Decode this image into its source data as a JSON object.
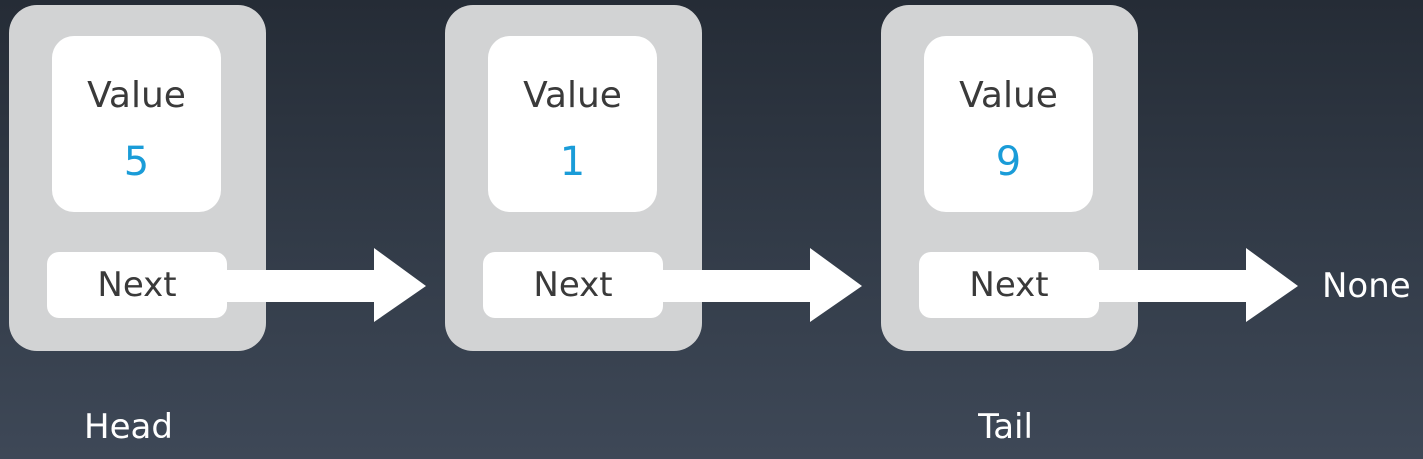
{
  "nodes": [
    {
      "value_label": "Value",
      "value": "5",
      "next_label": "Next"
    },
    {
      "value_label": "Value",
      "value": "1",
      "next_label": "Next"
    },
    {
      "value_label": "Value",
      "value": "9",
      "next_label": "Next"
    }
  ],
  "labels": {
    "head": "Head",
    "tail": "Tail",
    "none": "None"
  },
  "colors": {
    "value_number": "#1a9cd8",
    "node_background": "#d2d3d4",
    "arrow": "#ffffff"
  }
}
